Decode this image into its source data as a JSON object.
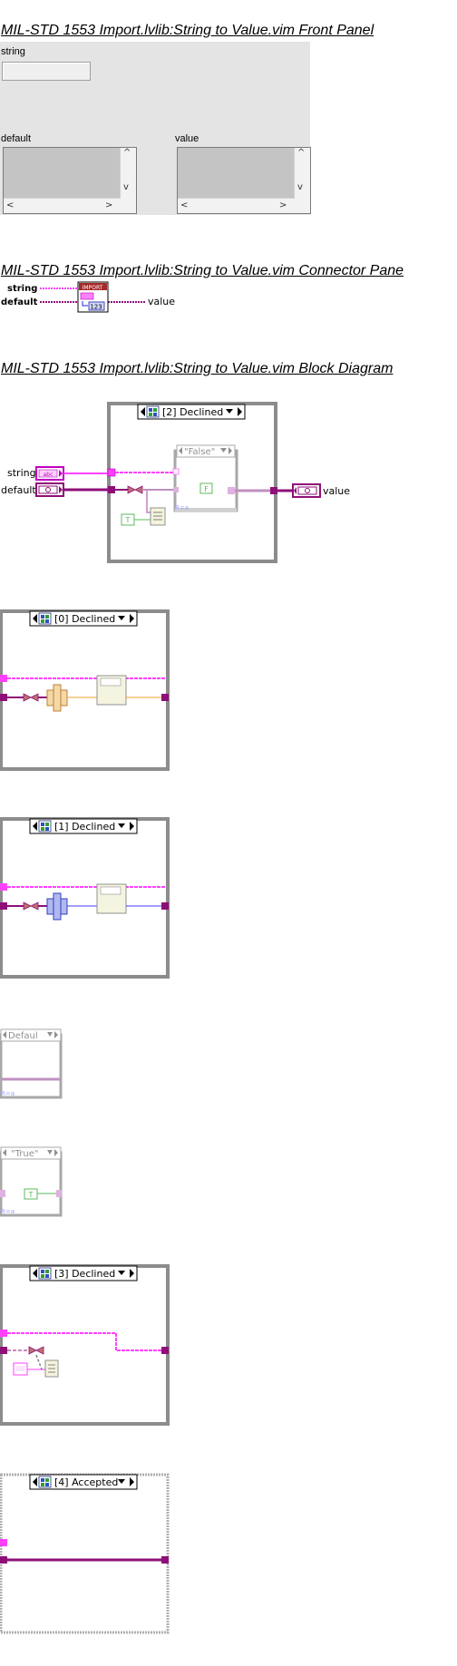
{
  "front_panel": {
    "title": "MIL-STD 1553 Import.lvlib:String to Value.vim Front Panel",
    "string_label": "string",
    "default_label": "default",
    "value_label": "value"
  },
  "connector_pane": {
    "title": "MIL-STD 1553 Import.lvlib:String to Value.vim Connector Pane",
    "string_label": "string",
    "default_label": "default",
    "value_label": "value",
    "icon_banner": "IMPORT",
    "icon_num": "123"
  },
  "block_diagram": {
    "title": "MIL-STD 1553 Import.lvlib:String to Value.vim Block Diagram",
    "string_label": "string",
    "default_label": "default",
    "value_label": "value",
    "case_2_selector": "[2] Declined",
    "case_0_selector": "[0] Declined",
    "case_1_selector": "[1] Declined",
    "case_3_selector": "[3] Declined",
    "case_4_selector": "[4] Accepted",
    "inner_false_selector": "\"False\"",
    "inner_default_selector": "Defaul",
    "inner_true_selector": "\"True\"",
    "false_const": "F",
    "true_const": "T"
  },
  "colors": {
    "pink_wire": "#ff40ff",
    "purple_wire": "#8e0f78",
    "orange_wire": "#f0a030",
    "blue_wire": "#4040ff",
    "green_bool": "#0a8a0a",
    "frame_gray": "#8c8c8c"
  }
}
